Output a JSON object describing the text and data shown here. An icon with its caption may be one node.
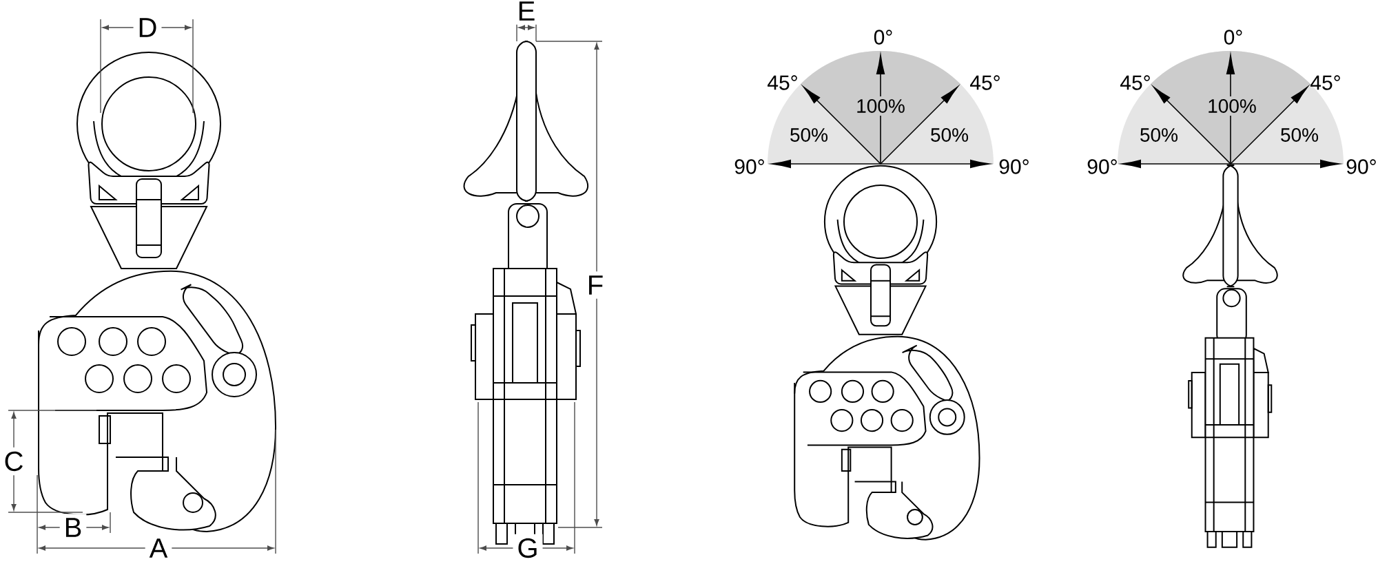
{
  "diagram": {
    "labels": [
      "D",
      "E",
      "F",
      "C",
      "B",
      "A",
      "G",
      "0°",
      "45°",
      "45°",
      "100%",
      "50%",
      "50%",
      "90°",
      "90°",
      "0°",
      "45°",
      "45°",
      "100%",
      "50%",
      "50%",
      "90°",
      "90°"
    ]
  }
}
